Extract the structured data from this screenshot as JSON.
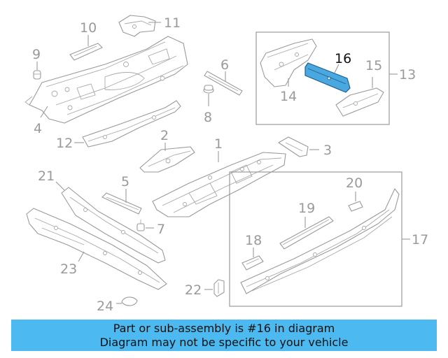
{
  "diagram": {
    "labels": {
      "p1": "1",
      "p2": "2",
      "p3": "3",
      "p4": "4",
      "p5": "5",
      "p6": "6",
      "p7": "7",
      "p8": "8",
      "p9": "9",
      "p10": "10",
      "p11": "11",
      "p12": "12",
      "p13": "13",
      "p14": "14",
      "p15": "15",
      "p16": "16",
      "p17": "17",
      "p18": "18",
      "p19": "19",
      "p20": "20",
      "p21": "21",
      "p22": "22",
      "p23": "23",
      "p24": "24"
    },
    "highlighted_part": "16",
    "highlight_color": "#4aa8e0",
    "line_color": "#9a9a9a"
  },
  "banner": {
    "line1": "Part or sub-assembly is #16 in diagram",
    "line2": "Diagram may not be specific to your vehicle",
    "background": "#4cb9f0"
  }
}
